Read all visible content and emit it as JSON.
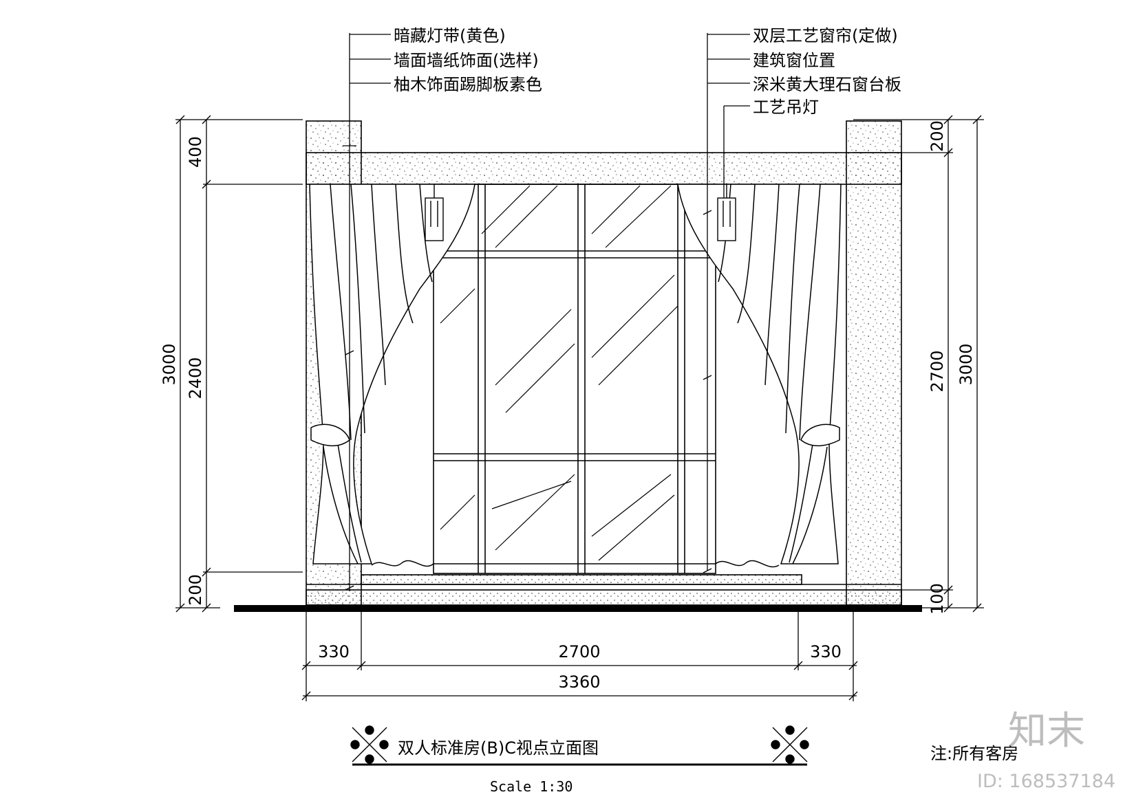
{
  "labels_left": [
    "暗藏灯带(黄色)",
    "墙面墙纸饰面(选样)",
    "柚木饰面踢脚板素色"
  ],
  "labels_right": [
    "双层工艺窗帘(定做)",
    "建筑窗位置",
    "深米黄大理石窗台板",
    "工艺吊灯"
  ],
  "dims_left": {
    "total": "3000",
    "top": "400",
    "mid": "2400",
    "bottom": "200"
  },
  "dims_right": {
    "total": "3000",
    "top": "200",
    "mid": "2700",
    "bottom": "100"
  },
  "dims_bottom": {
    "left": "330",
    "mid": "2700",
    "right": "330",
    "total": "3360"
  },
  "title": "双人标准房(B)C视点立面图",
  "scale": "Scale   1:30",
  "note": "注:所有客房",
  "watermark": {
    "brand": "知末",
    "id": "ID: 168537184"
  }
}
